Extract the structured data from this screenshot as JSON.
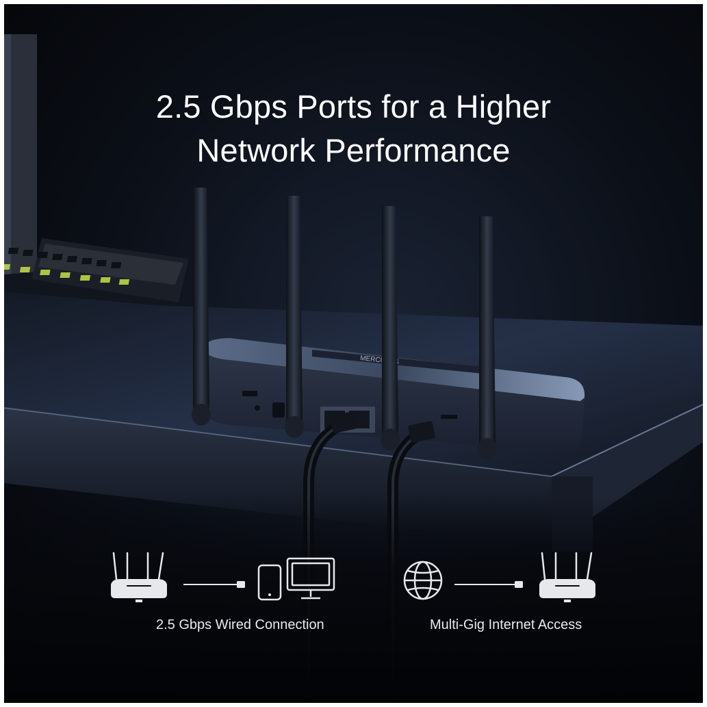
{
  "headline": {
    "line1": "2.5 Gbps Ports for a Higher",
    "line2": "Network Performance"
  },
  "features": [
    {
      "caption": "2.5 Gbps Wired Connection",
      "icons": [
        "router-icon",
        "cable-icon",
        "phone-icon",
        "monitor-icon"
      ]
    },
    {
      "caption": "Multi-Gig Internet Access",
      "icons": [
        "globe-icon",
        "cable-icon",
        "router-icon"
      ]
    }
  ],
  "colors": {
    "background": "#06080d",
    "desk": "#1c2331",
    "router_body": "#2a3344",
    "keyboard_accent": "#c8e04a",
    "text": "#ffffff"
  }
}
